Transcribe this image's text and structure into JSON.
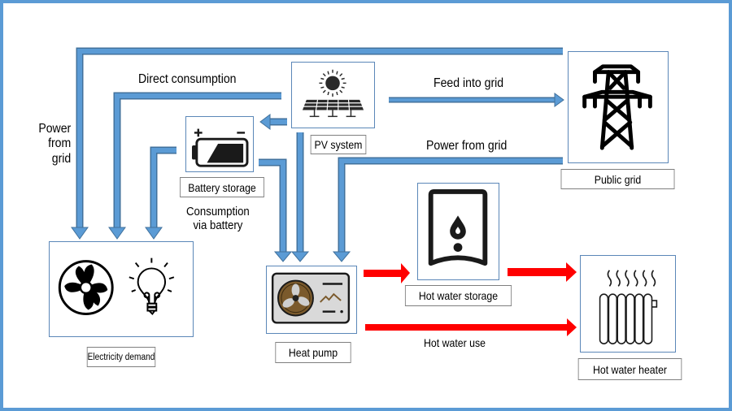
{
  "diagram": {
    "title": "",
    "colors": {
      "frame": "#5b9bd5",
      "power_flow": "#5b9bd5",
      "heat_flow": "#ff0000",
      "icon": "#1a1a1a"
    },
    "nodes": {
      "pv_system": {
        "label": "PV system",
        "icon": "solar-panel-icon"
      },
      "battery_storage": {
        "label": "Battery storage",
        "icon": "battery-icon"
      },
      "public_grid": {
        "label": "Public grid",
        "icon": "power-tower-icon"
      },
      "electricity_demand": {
        "label": "Electricity demand",
        "icon": "fan-and-lightbulb-icon"
      },
      "heat_pump": {
        "label": "Heat pump",
        "icon": "heat-pump-icon"
      },
      "hot_water_storage": {
        "label": "Hot water storage",
        "icon": "water-tank-icon"
      },
      "hot_water_heater": {
        "label": "Hot water heater",
        "icon": "radiator-icon"
      }
    },
    "flow_labels": {
      "power_from_grid_left": [
        "Power",
        "from",
        "grid"
      ],
      "direct_consumption": "Direct consumption",
      "feed_into_grid": "Feed into grid",
      "power_from_grid": "Power from grid",
      "consumption_via_battery": [
        "Consumption",
        "via battery"
      ],
      "hot_water_use": "Hot water use"
    },
    "edges": [
      {
        "from": "public_grid",
        "to": "electricity_demand",
        "label": "Power from grid",
        "type": "power"
      },
      {
        "from": "pv_system",
        "to": "electricity_demand",
        "label": "Direct consumption",
        "type": "power"
      },
      {
        "from": "pv_system",
        "to": "battery_storage",
        "label": "",
        "type": "power"
      },
      {
        "from": "battery_storage",
        "to": "electricity_demand",
        "label": "Consumption via battery",
        "type": "power"
      },
      {
        "from": "pv_system",
        "to": "public_grid",
        "label": "Feed into grid",
        "type": "power"
      },
      {
        "from": "public_grid",
        "to": "heat_pump",
        "label": "Power from grid",
        "type": "power"
      },
      {
        "from": "pv_system",
        "to": "heat_pump",
        "label": "",
        "type": "power"
      },
      {
        "from": "battery_storage",
        "to": "heat_pump",
        "label": "",
        "type": "power"
      },
      {
        "from": "heat_pump",
        "to": "hot_water_storage",
        "label": "",
        "type": "heat"
      },
      {
        "from": "hot_water_storage",
        "to": "hot_water_heater",
        "label": "",
        "type": "heat"
      },
      {
        "from": "heat_pump",
        "to": "hot_water_heater",
        "label": "Hot water use",
        "type": "heat"
      }
    ]
  }
}
